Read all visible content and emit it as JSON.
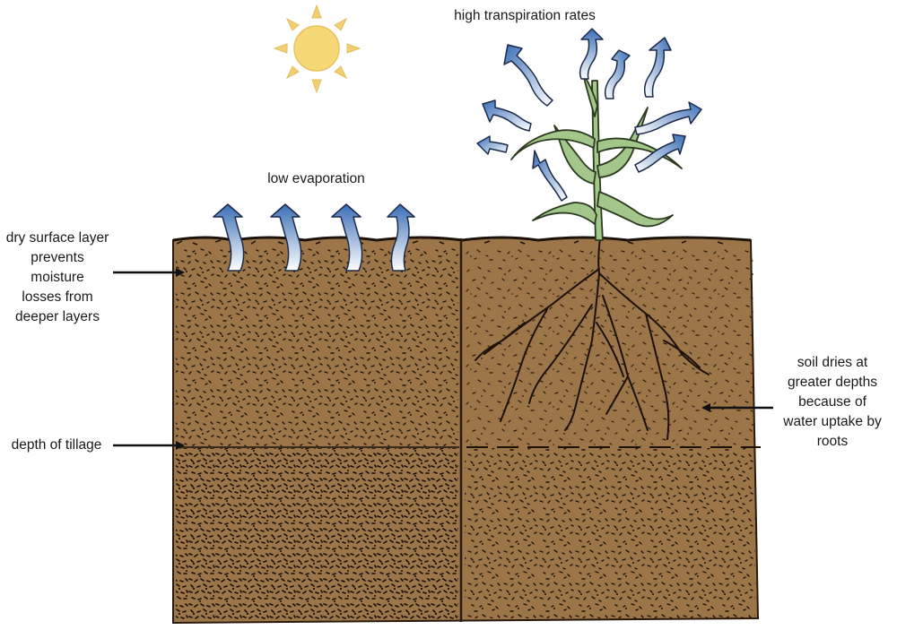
{
  "diagram": {
    "labels": {
      "high_transpiration": "high transpiration rates",
      "low_evaporation": "low evaporation",
      "dry_surface": [
        "dry surface layer",
        "prevents",
        "moisture",
        "losses from",
        "deeper layers"
      ],
      "tillage_depth": "depth of tillage",
      "soil_dries": [
        "soil dries at",
        "greater depths",
        "because of",
        "water uptake by",
        "roots"
      ]
    },
    "colors": {
      "soil": "#9c7549",
      "soil_dark": "#6a4a2a",
      "grain": "#1c120a",
      "plant": "#a3c78a",
      "sun": "#f6d877",
      "sun_rays": "#f0cf72",
      "vapor_top": "#3b6fb6",
      "vapor_bottom": "#ffffff"
    },
    "icons": [
      "sun-icon",
      "vapor-arrow-icon",
      "pointer-arrow-icon",
      "corn-plant-icon"
    ]
  }
}
